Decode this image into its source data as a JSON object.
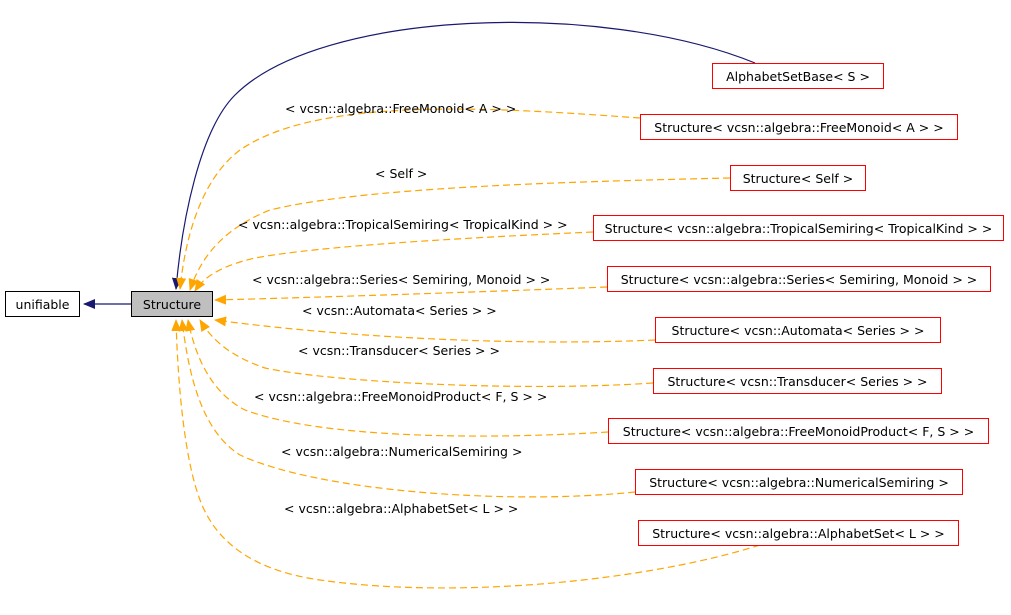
{
  "diagram": {
    "colors": {
      "inherit_edge": "#191970",
      "template_edge": "#ffa500",
      "child_border": "#ff0000",
      "focus_fill": "#bfbfbf"
    },
    "nodes": {
      "unifiable": "unifiable",
      "structure": "Structure",
      "alphabet_set_base": "AlphabetSetBase< S >",
      "free_monoid": "Structure< vcsn::algebra::FreeMonoid< A > >",
      "self": "Structure< Self >",
      "tropical": "Structure< vcsn::algebra::TropicalSemiring< TropicalKind > >",
      "series": "Structure< vcsn::algebra::Series< Semiring, Monoid > >",
      "automata": "Structure< vcsn::Automata< Series > >",
      "transducer": "Structure< vcsn::Transducer< Series > >",
      "free_monoid_product": "Structure< vcsn::algebra::FreeMonoidProduct< F, S > >",
      "numerical": "Structure< vcsn::algebra::NumericalSemiring >",
      "alphabet_set": "Structure< vcsn::algebra::AlphabetSet< L > >"
    },
    "edge_labels": {
      "free_monoid": "< vcsn::algebra::FreeMonoid< A > >",
      "self": "< Self >",
      "tropical": "< vcsn::algebra::TropicalSemiring< TropicalKind > >",
      "series": "< vcsn::algebra::Series< Semiring, Monoid > >",
      "automata": "< vcsn::Automata< Series > >",
      "transducer": "< vcsn::Transducer< Series > >",
      "free_monoid_product": "< vcsn::algebra::FreeMonoidProduct< F, S > >",
      "numerical": "< vcsn::algebra::NumericalSemiring >",
      "alphabet_set": "< vcsn::algebra::AlphabetSet< L > >"
    }
  }
}
